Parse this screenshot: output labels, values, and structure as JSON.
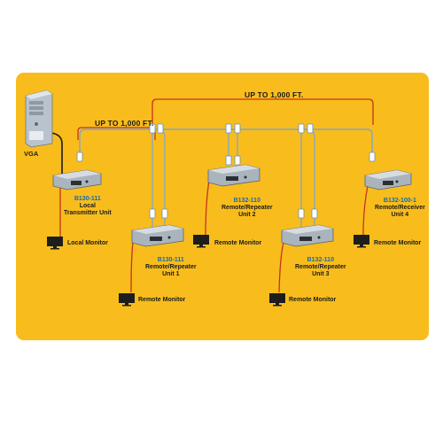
{
  "distances": {
    "segment": "UP TO 1,000 FT.",
    "span": "UP TO 1,000 FT."
  },
  "source": {
    "label": "VGA"
  },
  "units": [
    {
      "model": "B130-111",
      "line1": "Local",
      "line2": "Transmitter Unit"
    },
    {
      "model": "B130-111",
      "line1": "Remote/Repeater",
      "line2": "Unit 1"
    },
    {
      "model": "B132-110",
      "line1": "Remote/Repeater",
      "line2": "Unit 2"
    },
    {
      "model": "B132-110",
      "line1": "Remote/Repeater",
      "line2": "Unit 3"
    },
    {
      "model": "B132-100-1",
      "line1": "Remote/Receiver",
      "line2": "Unit 4"
    }
  ],
  "monitors": [
    {
      "label": "Local Monitor"
    },
    {
      "label": "Remote Monitor"
    },
    {
      "label": "Remote Monitor"
    },
    {
      "label": "Remote Monitor"
    },
    {
      "label": "Remote Monitor"
    }
  ],
  "colors": {
    "background": "#f8bd1c",
    "bracket": "#c8321e",
    "cable": "#7fa6c8",
    "model_text": "#1769aa"
  }
}
